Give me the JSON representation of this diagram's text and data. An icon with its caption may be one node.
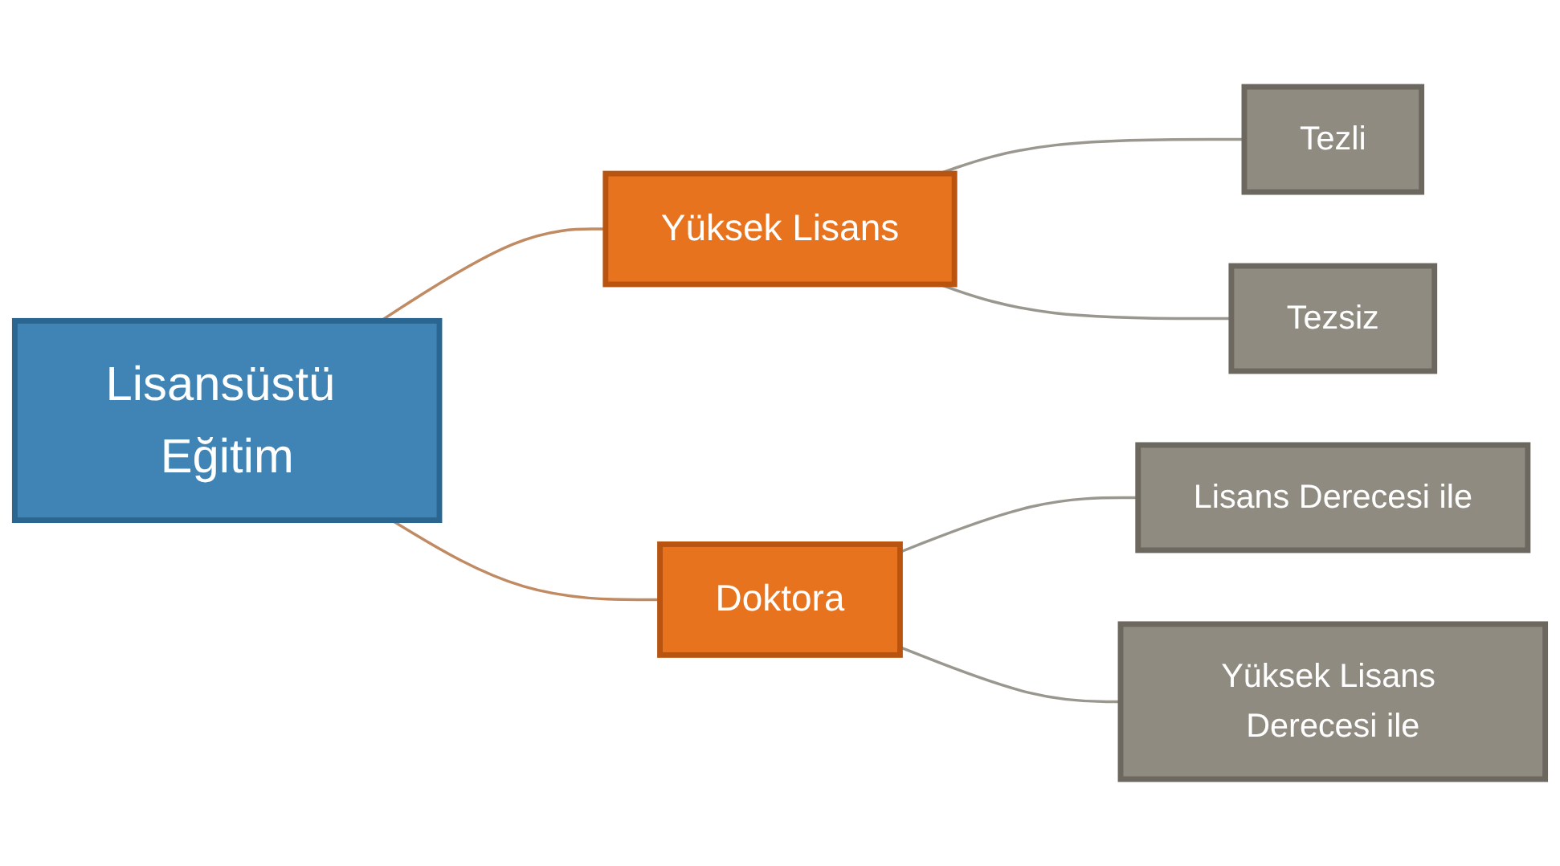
{
  "diagram": {
    "nodes": [
      {
        "text": [
          "Lisansüstü Eğitim"
        ]
      },
      {
        "text": [
          "Yüksek Lisans"
        ]
      },
      {
        "text": [
          "Doktora"
        ]
      },
      {
        "text": [
          "Tezli"
        ]
      },
      {
        "text": [
          "Tezsiz"
        ]
      },
      {
        "text": [
          "Lisans Derecesi ile"
        ]
      },
      {
        "text": [
          "Yüksek Lisans Derecesi ile"
        ]
      }
    ],
    "edges": [
      {
        "from": 0,
        "to": 1,
        "arrow": "none",
        "color": "#c08a62"
      },
      {
        "from": 0,
        "to": 2,
        "arrow": "none",
        "color": "#c08a62"
      },
      {
        "from": 1,
        "to": 3,
        "arrow": "none"
      },
      {
        "from": 1,
        "to": 4,
        "arrow": "none"
      },
      {
        "from": 2,
        "to": 5,
        "arrow": "none"
      },
      {
        "from": 2,
        "to": 6,
        "arrow": "none"
      }
    ]
  }
}
